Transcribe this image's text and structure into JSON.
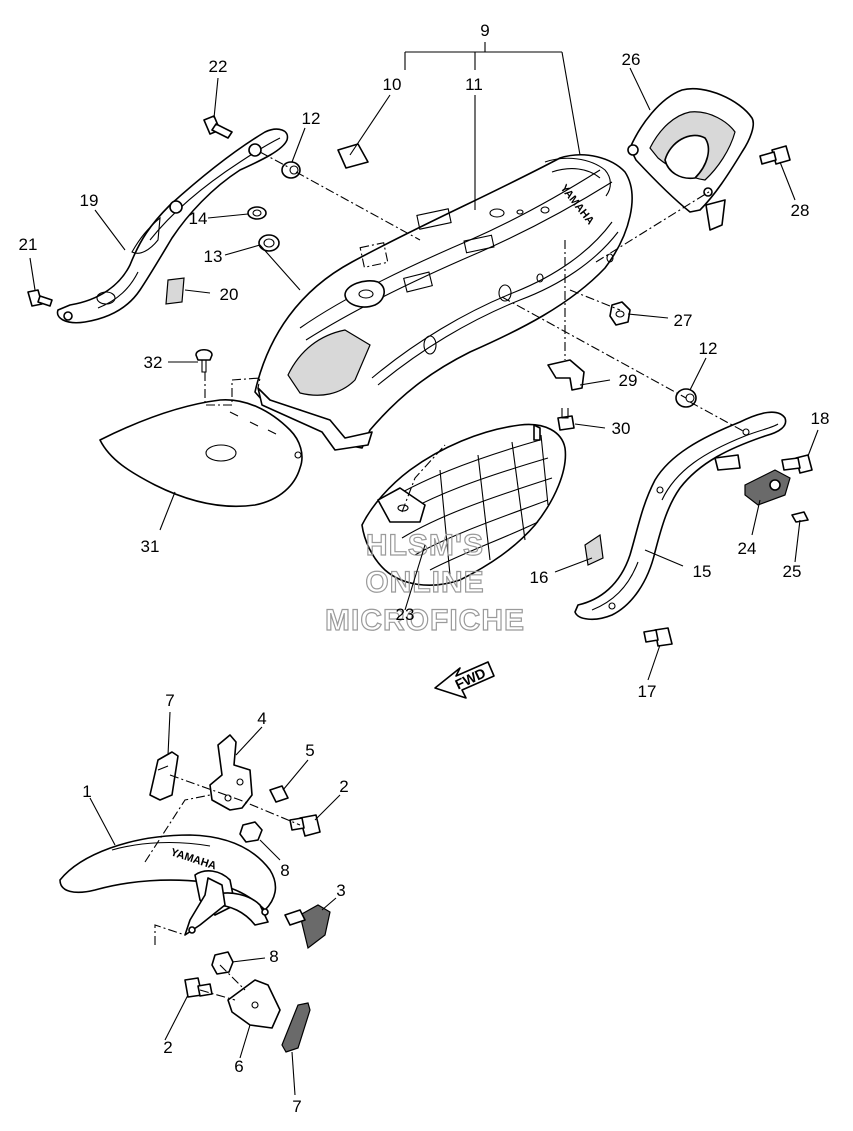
{
  "callouts": {
    "c1": "1",
    "c2a": "2",
    "c2b": "2",
    "c3": "3",
    "c4": "4",
    "c5": "5",
    "c6": "6",
    "c7a": "7",
    "c7b": "7",
    "c8a": "8",
    "c8b": "8",
    "c9": "9",
    "c10": "10",
    "c11": "11",
    "c12a": "12",
    "c12b": "12",
    "c13": "13",
    "c14": "14",
    "c15": "15",
    "c16": "16",
    "c17": "17",
    "c18": "18",
    "c19": "19",
    "c20": "20",
    "c21": "21",
    "c22": "22",
    "c23": "23",
    "c24": "24",
    "c25": "25",
    "c26": "26",
    "c27": "27",
    "c28": "28",
    "c29": "29",
    "c30": "30",
    "c31": "31",
    "c32": "32"
  },
  "watermark": {
    "line1": "HLSM'S",
    "line2": "ONLINE",
    "line3": "MICROFICHE"
  },
  "direction_arrow": {
    "label": "FWD"
  },
  "fender_brand": {
    "front": "YAMAHA",
    "rear": "YAMAHA"
  },
  "colors": {
    "line": "#000000",
    "watermark": "#9a9a9a",
    "background": "#ffffff"
  }
}
